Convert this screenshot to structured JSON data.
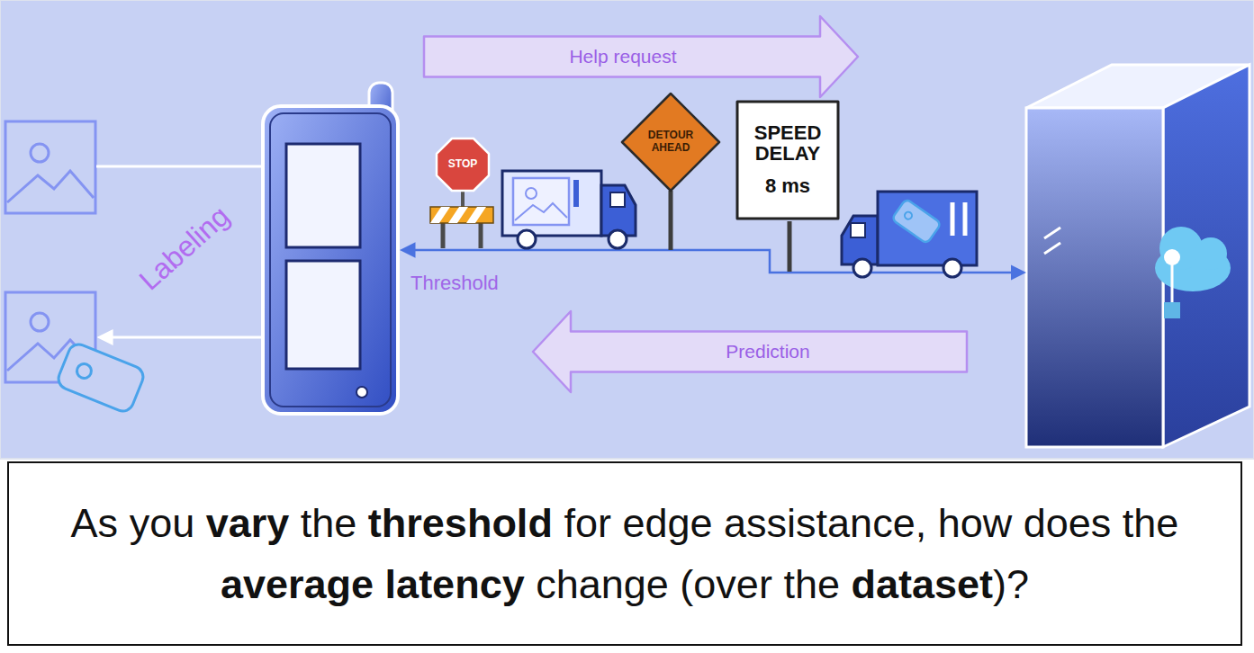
{
  "diagram": {
    "caption": "As you vary the threshold for edge assistance, how does the average latency change (over the dataset)?",
    "nodes": [
      {
        "text": [
          "Help request"
        ]
      },
      {
        "text": [
          "STOP"
        ]
      },
      {
        "text": [
          "DETOUR AHEAD"
        ]
      },
      {
        "text": [
          "SPEED DELAY",
          "8 ms"
        ]
      },
      {
        "text": [
          "Prediction"
        ]
      }
    ],
    "labels": [
      "Labeling",
      "Threshold"
    ]
  }
}
